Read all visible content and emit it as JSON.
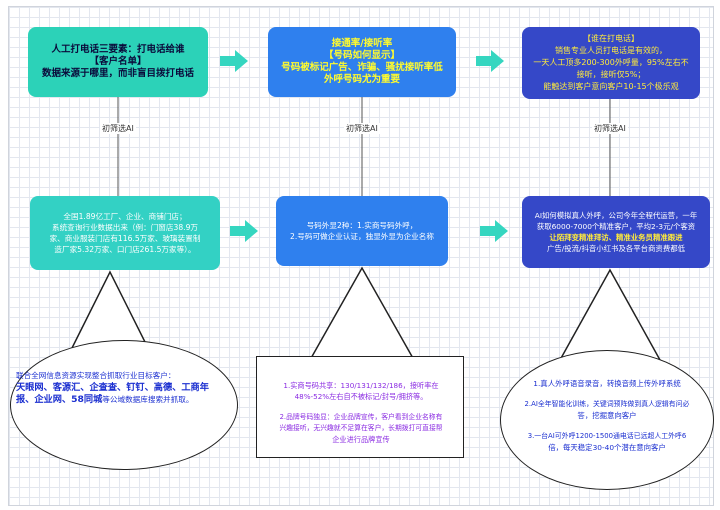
{
  "row1": {
    "box1": [
      "人工打电话三要素：打电话给谁",
      "【客户名单】",
      "数据来源于哪里，而非盲目拨打电话"
    ],
    "box2": [
      "接通率/接听率",
      "【号码如何显示】",
      "号码被标记广告、诈骗、骚扰接听率低",
      "外呼号码尤为重要"
    ],
    "box3": [
      "【谁在打电话】",
      "销售专业人员打电话是有效的，",
      "一天人工顶多200-300外呼量，95%左右不",
      "接听，接听仅5%；",
      "能触达到客户意向客户10-15个极乐观"
    ]
  },
  "connector_label": "初筛选AI",
  "row2": {
    "box1": [
      "全国1.89亿工厂、企业、商铺门店；",
      "系统查询行业数据出来（例：门窗店38.9万",
      "家、商业服装门店有116.5万家、玻璃装置制",
      "造厂家5.32万家、口门店261.5万家等）。"
    ],
    "box2": [
      "号码外显2种：1.实商号码外呼，",
      "2.号码可做企业认证，独显外显为企业名称"
    ],
    "box3": [
      "AI如何模拟真人外呼，公司今年全程代运营，一年",
      "获取6000-7000个精准客户，平均2-3元/个客资",
      "让陌拜变精准拜访、精准业务员精准跟进",
      "",
      "广告/投流/抖音小红书及各平台商资费都低"
    ]
  },
  "bottom": {
    "left": {
      "lead": "联合全网信息资源实现整合抓取行业目标客户：",
      "bold1": "天眼网、客源汇、企查查、钉钉、高德、工商年",
      "bold2": "报、企业网、58同城",
      "tail": "等公域数据库搜索并抓取。"
    },
    "middle": {
      "p1a": "1.实商号码共享：130/131/132/186，接听率在",
      "p1b": "48%-52%左右自不被标记/封号/拥挤等。",
      "p2a": "2.品牌号码独显：企业品牌宣传，客户看到企业名称有",
      "p2b": "兴趣接听，无兴趣就不足算在客户，长期拨打可直接帮",
      "p2c": "企业进行品牌宣传"
    },
    "right": {
      "p1a": "1.真人外呼语音录音，转换音频上传外呼系统",
      "p2a": "2.AI全年智能化训练，关键词预阵做到真人逻辑有问必",
      "p2b": "答，挖掘意向客户",
      "p3a": "3.一台AI可外呼1200-1500通电话已远超人工外呼6",
      "p3b": "倍，每天稳定30-40个潜在意向客户"
    }
  },
  "colors": {
    "teal": "#2cd2b8",
    "blue": "#2f80ee",
    "indigo": "#3548c8",
    "arrow": "#35d6c0",
    "blue_text": "#1b2fd0",
    "purple_text": "#8a2be2"
  }
}
